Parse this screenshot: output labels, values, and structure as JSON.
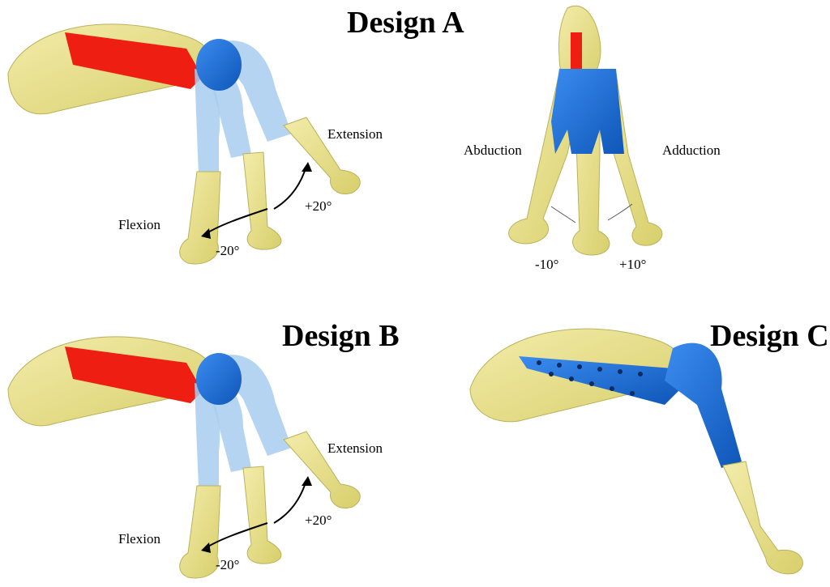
{
  "panels": {
    "design_a_lateral": {
      "title": "Design A",
      "flexion_label": "Flexion",
      "extension_label": "Extension",
      "flexion_angle": "-20°",
      "extension_angle": "+20°"
    },
    "design_a_frontal": {
      "abduction_label": "Abduction",
      "adduction_label": "Adduction",
      "abduction_angle": "-10°",
      "adduction_angle": "+10°"
    },
    "design_b": {
      "title": "Design B",
      "flexion_label": "Flexion",
      "extension_label": "Extension",
      "flexion_angle": "-20°",
      "extension_angle": "+20°"
    },
    "design_c": {
      "title": "Design C"
    }
  },
  "colors": {
    "bone": "#e6df84",
    "bone_edge": "#b9b25a",
    "plate_red": "#ee1f12",
    "implant_blue": "#1a6fd6",
    "implant_blue_ghost": "#a8cdf0",
    "screw_green": "#3aa84a"
  }
}
